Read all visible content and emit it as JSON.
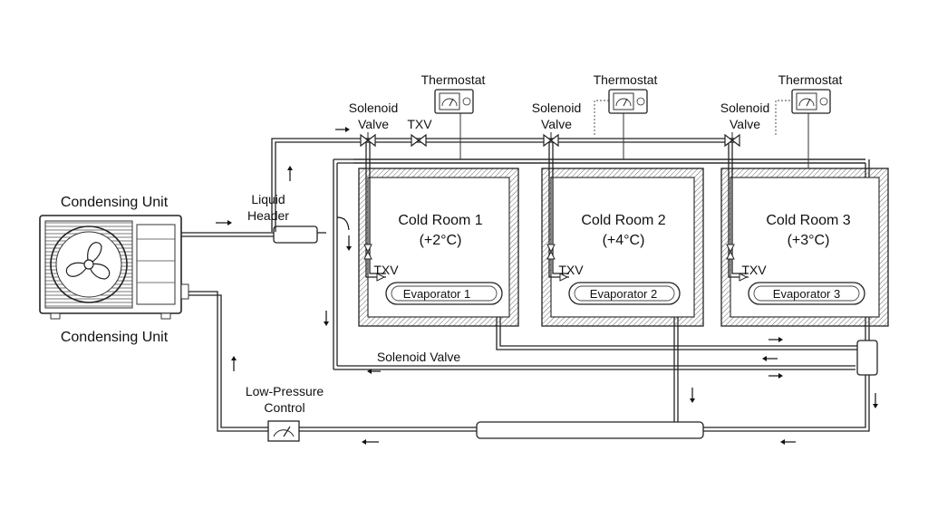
{
  "condensing_unit": {
    "label_top": "Condensing Unit",
    "label_bottom": "Condensing Unit"
  },
  "liquid_header": {
    "label_line1": "Liquid",
    "label_line2": "Header"
  },
  "txv_main": "TXV",
  "solenoid_valves": [
    {
      "line1": "Solenoid",
      "line2": "Valve"
    },
    {
      "line1": "Solenoid",
      "line2": "Valve"
    },
    {
      "line1": "Solenoid",
      "line2": "Valve"
    }
  ],
  "thermostats": [
    "Thermostat",
    "Thermostat",
    "Thermostat"
  ],
  "rooms": [
    {
      "name": "Cold Room 1",
      "temp": "(+2°C)",
      "evaporator": "Evaporator 1",
      "txv": "TXV"
    },
    {
      "name": "Cold Room 2",
      "temp": "(+4°C)",
      "evaporator": "Evaporator 2",
      "txv": "TXV"
    },
    {
      "name": "Cold Room 3",
      "temp": "(+3°C)",
      "evaporator": "Evaporator 3",
      "txv": "TXV"
    }
  ],
  "suction_solenoid": "Solenoid Valve",
  "low_pressure_control": {
    "line1": "Low-Pressure",
    "line2": "Control"
  }
}
